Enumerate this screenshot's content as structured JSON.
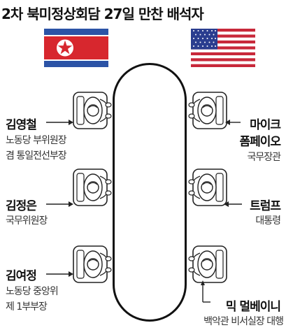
{
  "title": "2차 북미정상회담 27일 만찬 배석자",
  "flags": {
    "left": "north-korea-flag",
    "right": "usa-flag"
  },
  "left_side": [
    {
      "name": "김영철",
      "roles": [
        "노동당 부위원장",
        "겸 통일전선부장"
      ]
    },
    {
      "name": "김정은",
      "roles": [
        "국무위원장"
      ]
    },
    {
      "name": "김여정",
      "roles": [
        "노동당 중앙위",
        "제 1부부장"
      ]
    }
  ],
  "right_side": [
    {
      "name_lines": [
        "마이크",
        "폼페이오"
      ],
      "roles": [
        "국무장관"
      ]
    },
    {
      "name_lines": [
        "트럼프"
      ],
      "roles": [
        "대통령"
      ]
    },
    {
      "name_lines": [
        "믹 멀베이니"
      ],
      "roles": [
        "백악관 비서실장 대행"
      ]
    }
  ],
  "colors": {
    "nk_blue": "#2b53a6",
    "nk_red": "#d7272e",
    "us_red": "#c8283a",
    "us_blue": "#2a3d8f"
  }
}
